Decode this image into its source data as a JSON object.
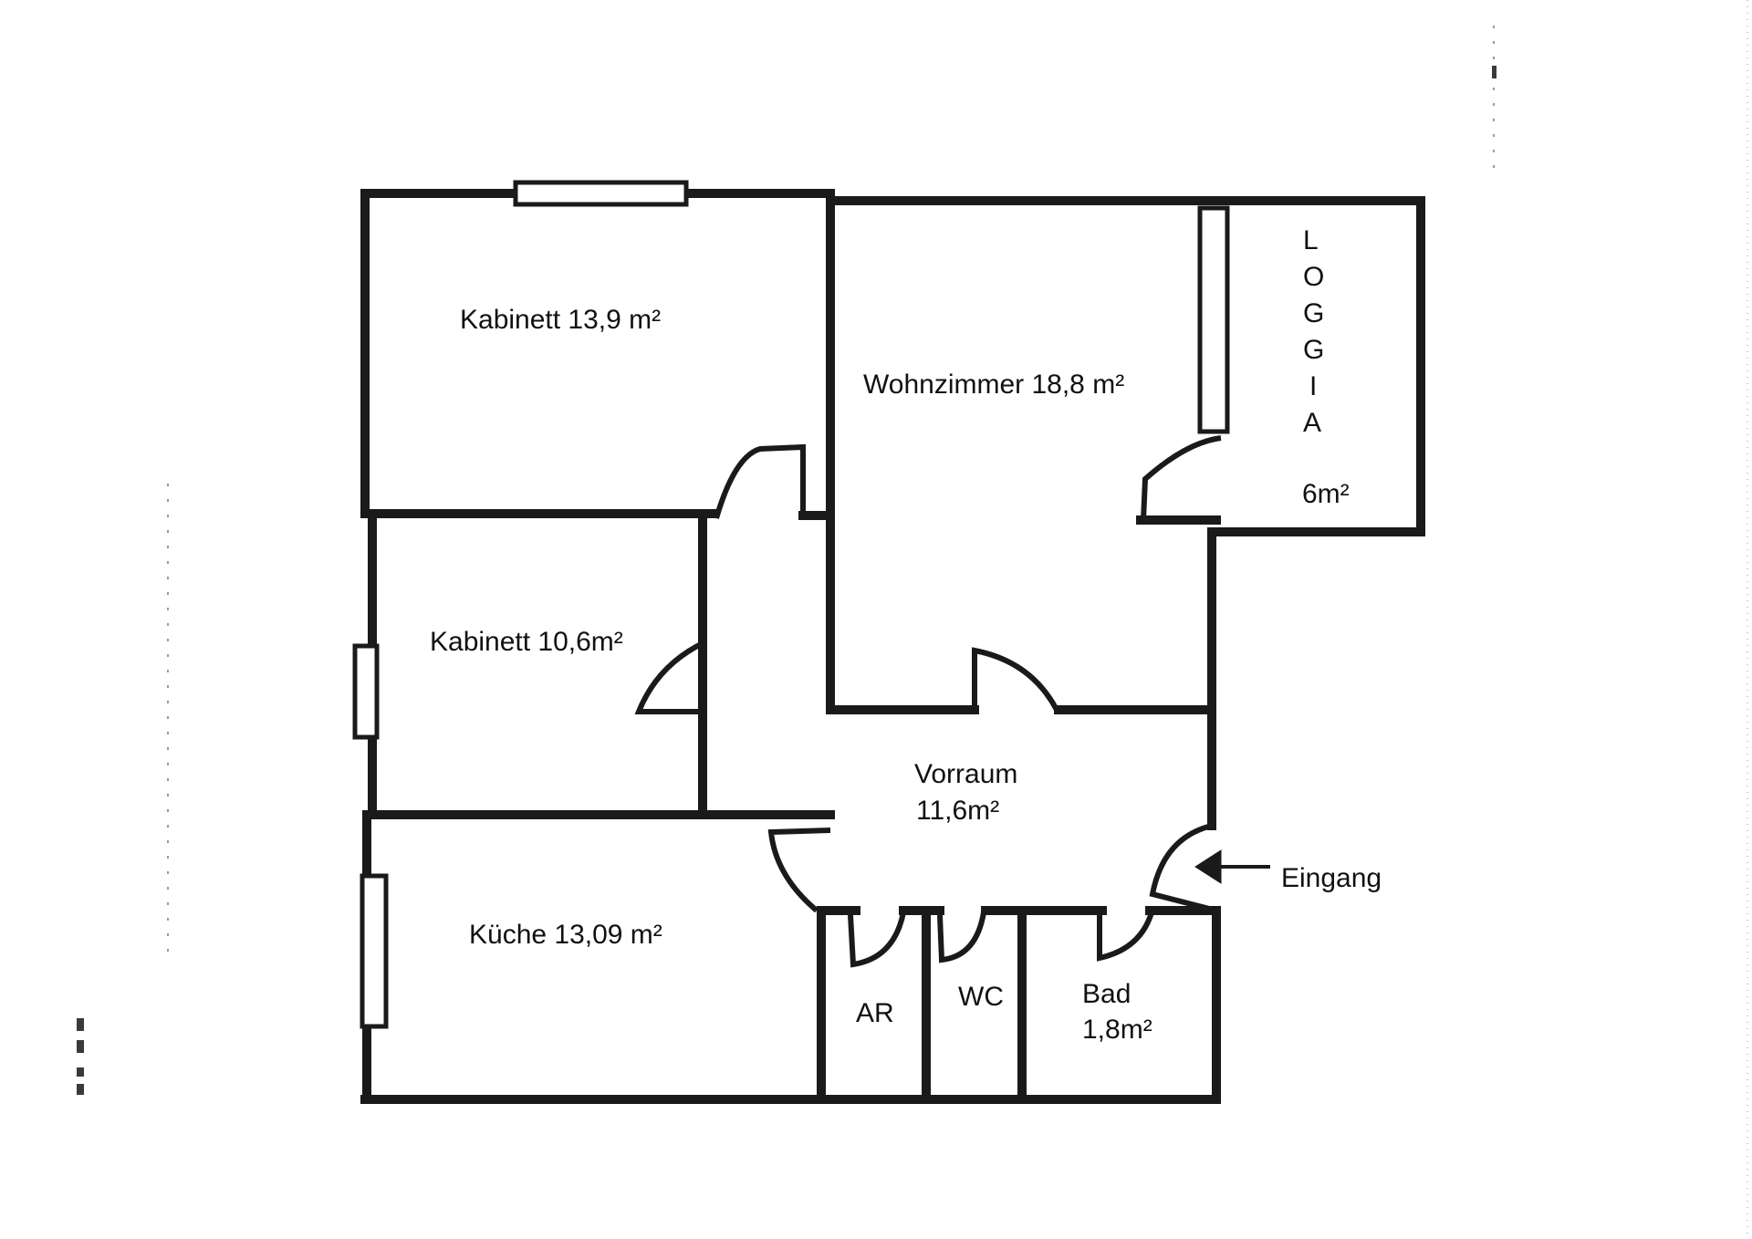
{
  "plan": {
    "rooms": {
      "kabinett_1": "Kabinett 13,9 m²",
      "wohnzimmer": "Wohnzimmer 18,8 m²",
      "loggia_letters": [
        "L",
        "O",
        "G",
        "G",
        "I",
        "A"
      ],
      "loggia_area": "6m²",
      "kabinett_2": "Kabinett 10,6m²",
      "vorraum_name": "Vorraum",
      "vorraum_area": "11,6m²",
      "kueche": "Küche 13,09 m²",
      "ar": "AR",
      "wc": "WC",
      "bad_name": "Bad",
      "bad_area": "1,8m²"
    },
    "entrance_label": "Eingang"
  },
  "colors": {
    "wall": "#1a1a1a",
    "text": "#111111",
    "background": "#ffffff"
  }
}
